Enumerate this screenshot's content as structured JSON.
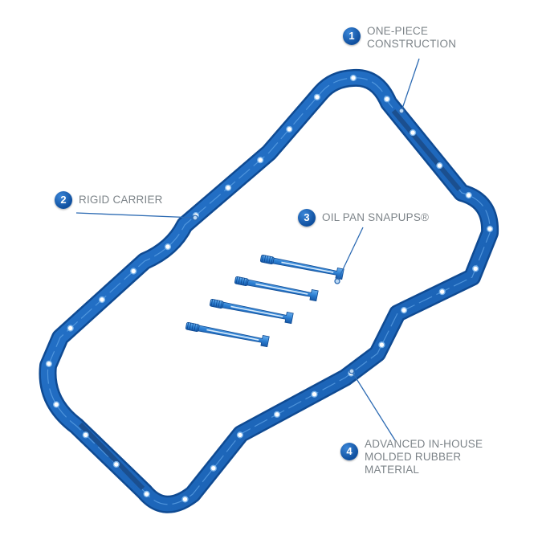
{
  "colors": {
    "gasket": "#1f6fc4",
    "gasket_edge": "#0f4a92",
    "gasket_light": "#5fa3e6",
    "callout_line": "#2d6bb3",
    "callout_text": "#7d8489",
    "badge": "#0f4f9e"
  },
  "callouts": [
    {
      "number": "1",
      "lines": [
        "ONE-PIECE",
        "CONSTRUCTION"
      ]
    },
    {
      "number": "2",
      "lines": [
        "RIGID CARRIER"
      ]
    },
    {
      "number": "3",
      "lines": [
        "OIL PAN SNAPUPS®"
      ]
    },
    {
      "number": "4",
      "lines": [
        "ADVANCED IN-HOUSE",
        "MOLDED RUBBER",
        "MATERIAL"
      ]
    }
  ],
  "parts": {
    "gasket": "oil-pan-gasket",
    "snapups_count_shown": 4
  }
}
